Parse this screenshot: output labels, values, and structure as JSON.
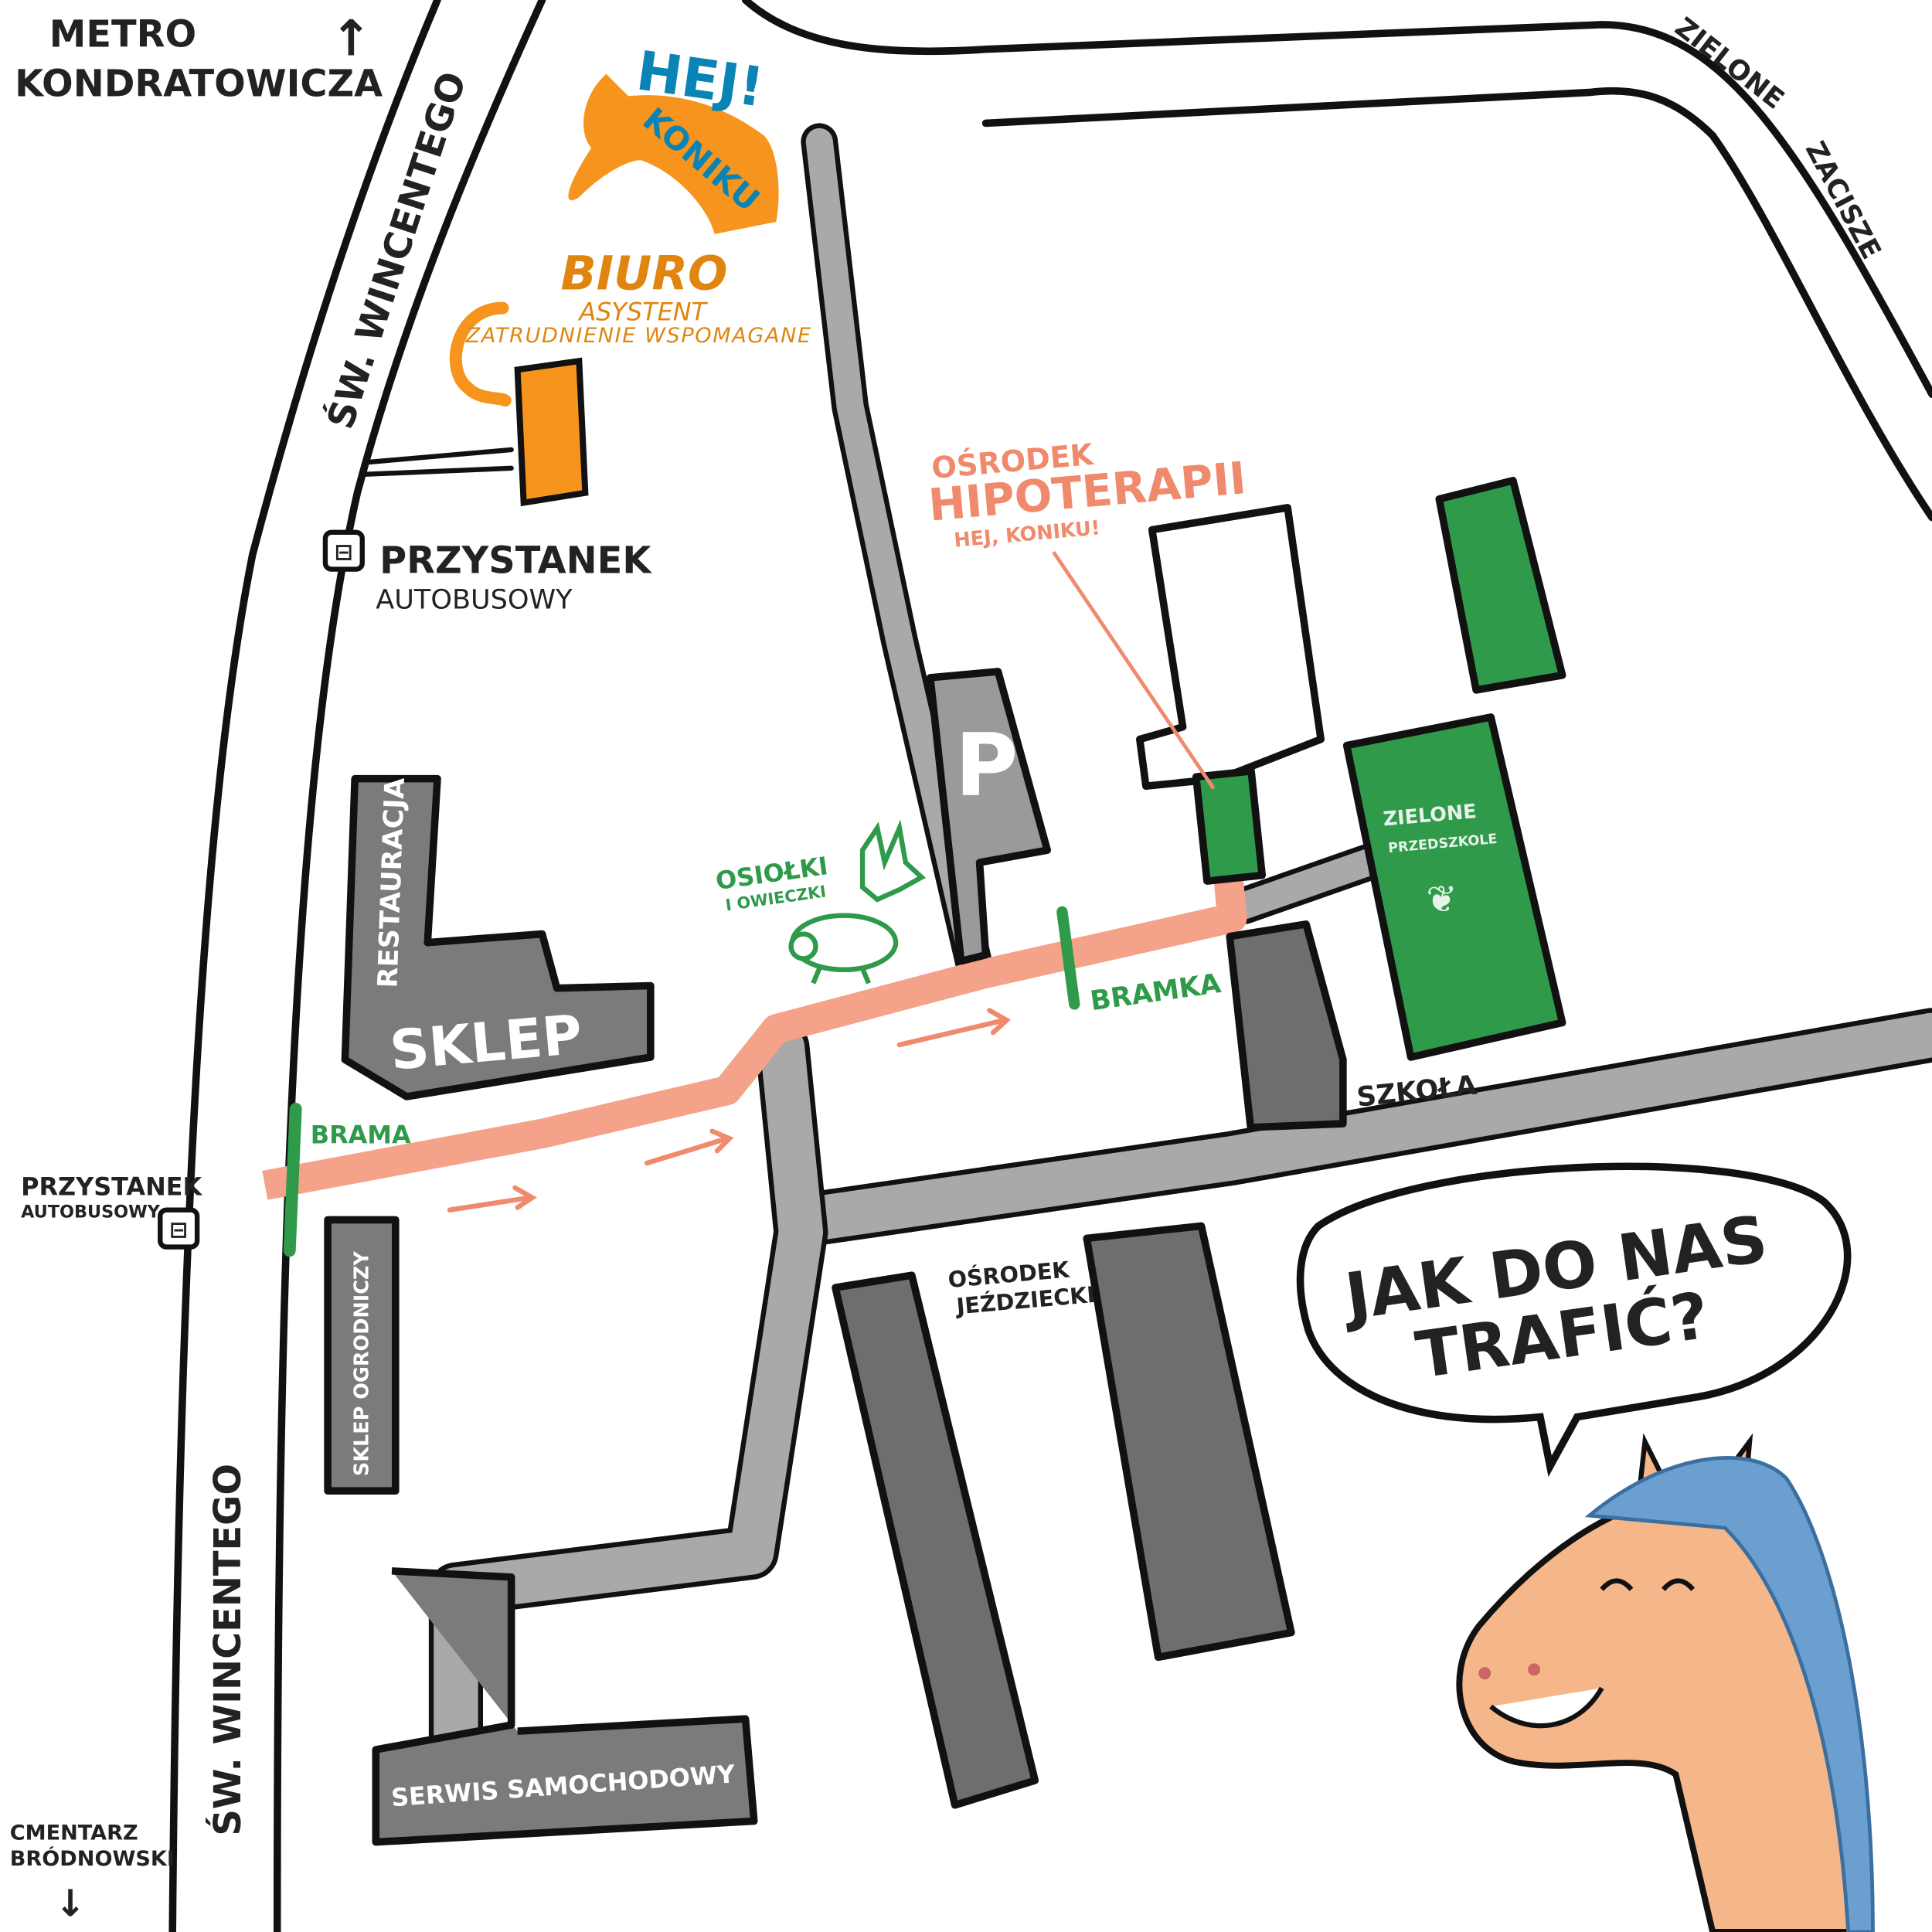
{
  "labels": {
    "metro": [
      "METRO",
      "KONDRATOWICZA"
    ],
    "street_top": "ŚW. WINCENTEGO",
    "street_bottom": "ŚW. WINCENTEGO",
    "zielone_zacisze": [
      "ZIELONE",
      "ZACISZE"
    ],
    "bus_stop_top": [
      "PRZYSTANEK",
      "AUTOBUSOWY"
    ],
    "bus_stop_left": [
      "PRZYSTANEK",
      "AUTOBUSOWY"
    ],
    "cemetery": [
      "CMENTARZ",
      "BRÓDNOWSKI"
    ],
    "restaurant": "RESTAURACJA",
    "shop": "SKLEP",
    "garden_shop": "SKLEP OGRODNICZY",
    "car_service": "SERWIS  SAMOCHODOWY",
    "gate": "BRAMA",
    "small_gate": "BRAMKA",
    "parking": "P",
    "donkeys": [
      "OSIOŁKI",
      "I OWIECZKI"
    ],
    "hippotherapy": [
      "OŚRODEK",
      "HIPOTERAPII",
      "HEJ, KONIKU!"
    ],
    "kindergarten": [
      "ZIELONE",
      "PRZEDSZKOLE"
    ],
    "school": "SZKOŁA",
    "riding_center": [
      "OŚRODEK",
      "JEŹDZIECKI"
    ],
    "bubble": [
      "JAK DO NAS",
      "TRAFIĆ?"
    ]
  },
  "logo": {
    "title": [
      "HEJ!",
      "KONIKU"
    ],
    "office": "BIURO",
    "sub1": "ASYSTENT",
    "sub2": "ZATRUDNIENIE WSPOMAGANE"
  },
  "colors": {
    "route": "#f08a6c",
    "green": "#2e9a4a",
    "orange": "#f7941d",
    "blue": "#0a84b5",
    "gray": "#8a8a8a"
  }
}
